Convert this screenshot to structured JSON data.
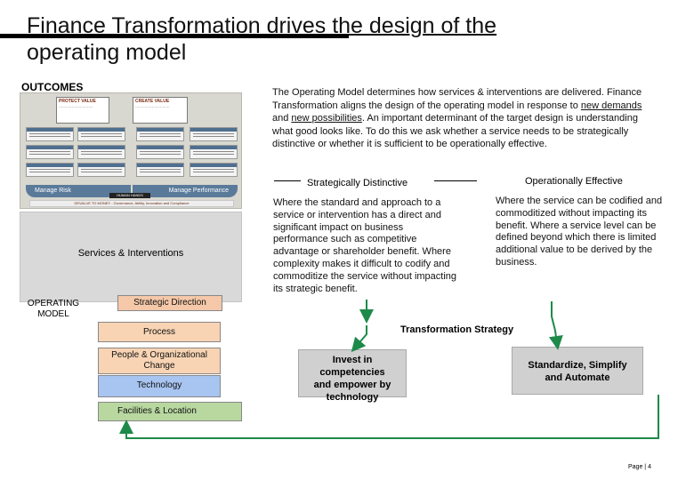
{
  "title": {
    "line1": "Finance Transformation drives the design of the",
    "line2": "operating model"
  },
  "outcomes": {
    "label": "OUTCOMES",
    "framework": {
      "left_header": "PROTECT VALUE",
      "right_header": "CREATE VALUE",
      "manage_risk": "Manage Risk",
      "manage_performance": "Manage Performance",
      "hub": "HUMAN HANDS",
      "footer": "DEVALUE TO MONEY - Governance, Ability, Innovation and Compliance"
    }
  },
  "services": {
    "label": "Services & Interventions"
  },
  "operating_model": {
    "label_line1": "OPERATING",
    "label_line2": "MODEL",
    "layers": {
      "strategic_direction": "Strategic Direction",
      "process": "Process",
      "people_line1": "People & Organizational",
      "people_line2": "Change",
      "technology": "Technology",
      "facilities": "Facilities & Location"
    }
  },
  "intro": {
    "part1": "The Operating Model determines how services & interventions are delivered. Finance Transformation aligns the design of the operating model in response to ",
    "link1": "new demands",
    "and": " and ",
    "link2": "new possibilities",
    "part2": ". An important determinant of the target design is understanding what good looks like. To do this we ask whether a service needs to be strategically distinctive or whether it is sufficient to be operationally effective."
  },
  "strategically_distinctive": {
    "heading": "Strategically Distinctive",
    "body": "Where the standard and approach to a service or intervention has a direct and significant  impact on business performance  such as competitive advantage or shareholder benefit. Where  complexity makes it difficult to codify and commoditize the service without impacting its strategic benefit."
  },
  "operationally_effective": {
    "heading": "Operationally Effective",
    "body": "Where the service can be codified and commoditized without impacting its benefit. Where a service level can be defined beyond which there is limited additional value to be derived by the business."
  },
  "transformation": {
    "heading": "Transformation Strategy",
    "invest_line1": "Invest in competencies",
    "invest_line2": "and empower by",
    "invest_line3": "technology",
    "std_line1": "Standardize, Simplify",
    "std_line2": "and Automate"
  },
  "footer": {
    "page_label": "Page",
    "page_number": "4"
  },
  "colors": {
    "strategic_direction": "#f4c8a8",
    "process_people": "#f8d4b4",
    "technology": "#a8c4f0",
    "facilities": "#b8d8a0",
    "arrows": "#1e8a4a",
    "boxes": "#d0d0d0"
  }
}
